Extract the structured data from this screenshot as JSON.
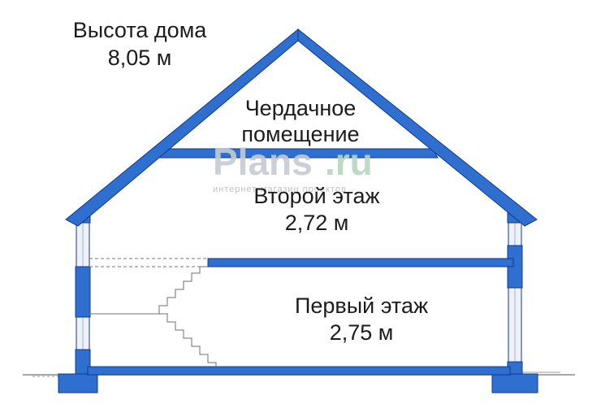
{
  "labels": {
    "house_height_title": "Высота дома",
    "house_height_value": "8,05 м",
    "attic_line1": "Чердачное",
    "attic_line2": "помещение",
    "second_floor_name": "Второй этаж",
    "second_floor_height": "2,72 м",
    "first_floor_name": "Первый этаж",
    "first_floor_height": "2,75 м"
  },
  "watermark": {
    "brand_main": "Plans",
    "brand_suffix": ".ru",
    "tagline": "интернет-магазин проектов"
  },
  "colors": {
    "structure_fill": "#2f6fd0",
    "structure_stroke": "#123a88",
    "wall_light": "#eef2f8",
    "stair_line": "#6f6f6f",
    "watermark_grey": "#c6cbd1",
    "watermark_green": "#b7d6bf"
  }
}
